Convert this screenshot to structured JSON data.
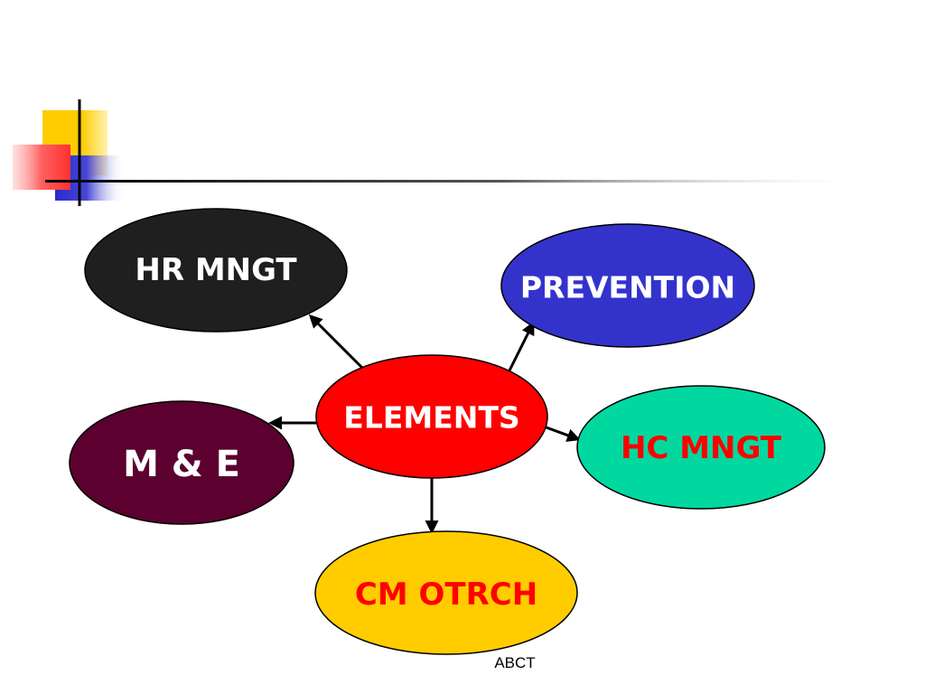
{
  "diagram": {
    "nodes": {
      "center": {
        "label": "ELEMENTS",
        "fill": "#FF0000",
        "text_color": "#FFFFFF"
      },
      "hr": {
        "label": "HR MNGT",
        "fill": "#1F1F1F",
        "text_color": "#FFFFFF"
      },
      "prevention": {
        "label": "PREVENTION",
        "fill": "#3333CC",
        "text_color": "#FFFFFF"
      },
      "me": {
        "label": "M & E",
        "fill": "#5C0030",
        "text_color": "#FFFFFF"
      },
      "hc": {
        "label": "HC MNGT",
        "fill": "#00D8A0",
        "text_color": "#FF0000"
      },
      "cm": {
        "label": "CM OTRCH",
        "fill": "#FFCC00",
        "text_color": "#FF0000"
      }
    }
  },
  "footer": {
    "text": "ABCT"
  },
  "decoration": {
    "square_yellow": "#FFCC00",
    "square_blue": "#3333CC",
    "square_red": "#FF3333",
    "rule_color": "#000000"
  }
}
